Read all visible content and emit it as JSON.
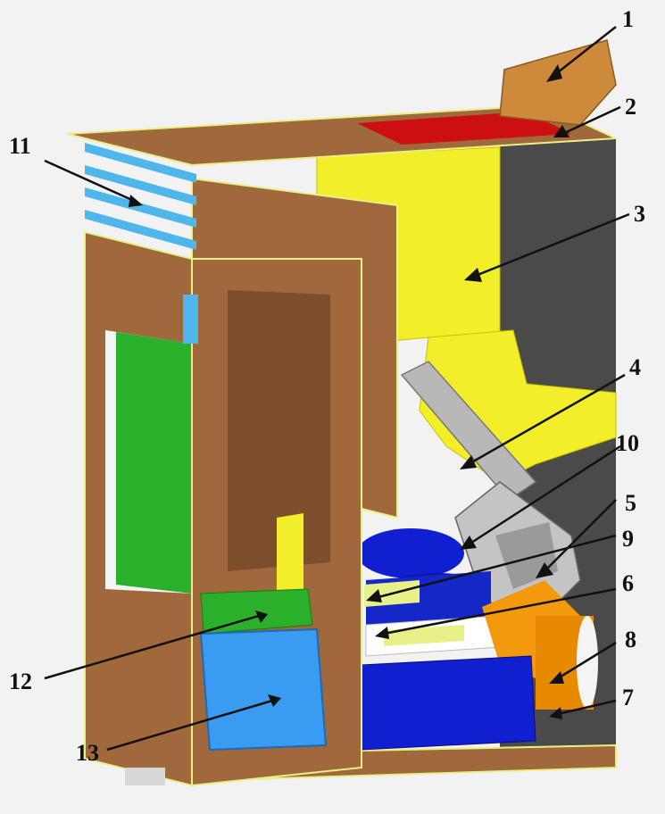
{
  "diagram": {
    "colors": {
      "background": "#f2f2f2",
      "casing": "#a0693c",
      "casing_dark": "#7d4e2b",
      "trim": "#e8f088",
      "hopper": "#f2ef2a",
      "back_panel": "#4a4a4a",
      "hopper_lid": "#cc8a3a",
      "lid_opening": "#cc1010",
      "vents": "#4fb6ec",
      "panel_green": "#2bb02b",
      "ash_box": "#3a9cf0",
      "fan": "#1020d0",
      "igniter": "#f29a0c",
      "auger": "#b8b8b8"
    },
    "labels": [
      {
        "id": "label-1",
        "text": "1"
      },
      {
        "id": "label-2",
        "text": "2"
      },
      {
        "id": "label-3",
        "text": "3"
      },
      {
        "id": "label-4",
        "text": "4"
      },
      {
        "id": "label-5",
        "text": "5"
      },
      {
        "id": "label-6",
        "text": "6"
      },
      {
        "id": "label-7",
        "text": "7"
      },
      {
        "id": "label-8",
        "text": "8"
      },
      {
        "id": "label-9",
        "text": "9"
      },
      {
        "id": "label-10",
        "text": "10"
      },
      {
        "id": "label-11",
        "text": "11"
      },
      {
        "id": "label-12",
        "text": "12"
      },
      {
        "id": "label-13",
        "text": "13"
      }
    ]
  }
}
